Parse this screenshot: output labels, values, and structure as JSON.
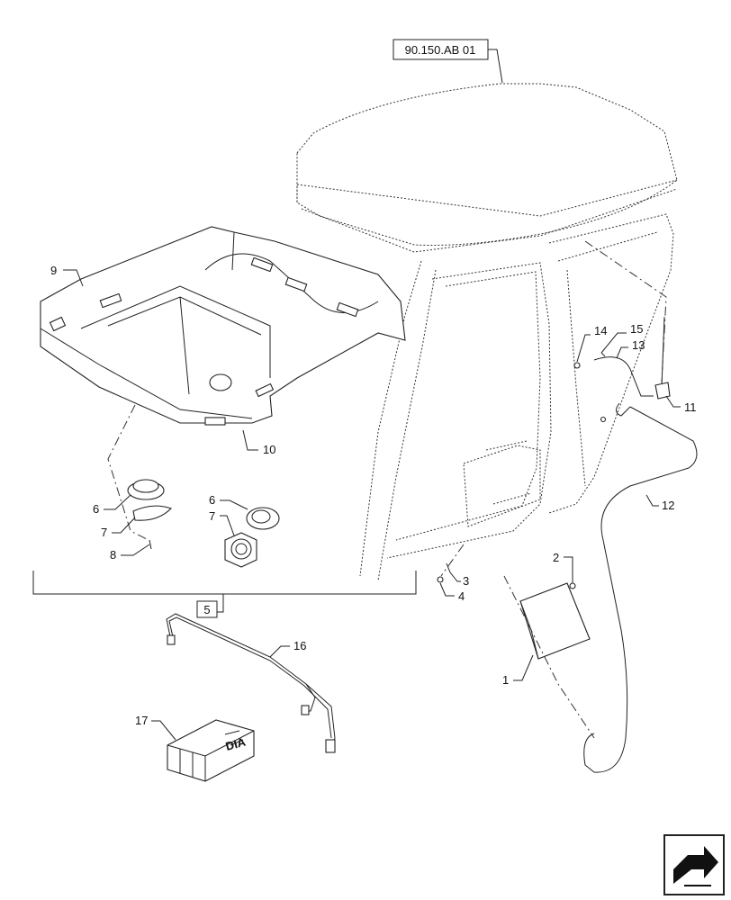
{
  "reference_box": "90.150.AB 01",
  "callouts": {
    "c1": "1",
    "c2": "2",
    "c3": "3",
    "c4": "4",
    "c5": "5",
    "c6a": "6",
    "c6b": "6",
    "c7a": "7",
    "c7b": "7",
    "c8": "8",
    "c9": "9",
    "c10": "10",
    "c11": "11",
    "c12": "12",
    "c13": "13",
    "c14": "14",
    "c15": "15",
    "c16": "16",
    "c17": "17"
  },
  "kit_box_lettering": "DIA",
  "icons": {
    "nav": "next-page-arrow-icon"
  },
  "colors": {
    "line": "#222222",
    "background": "#ffffff"
  }
}
